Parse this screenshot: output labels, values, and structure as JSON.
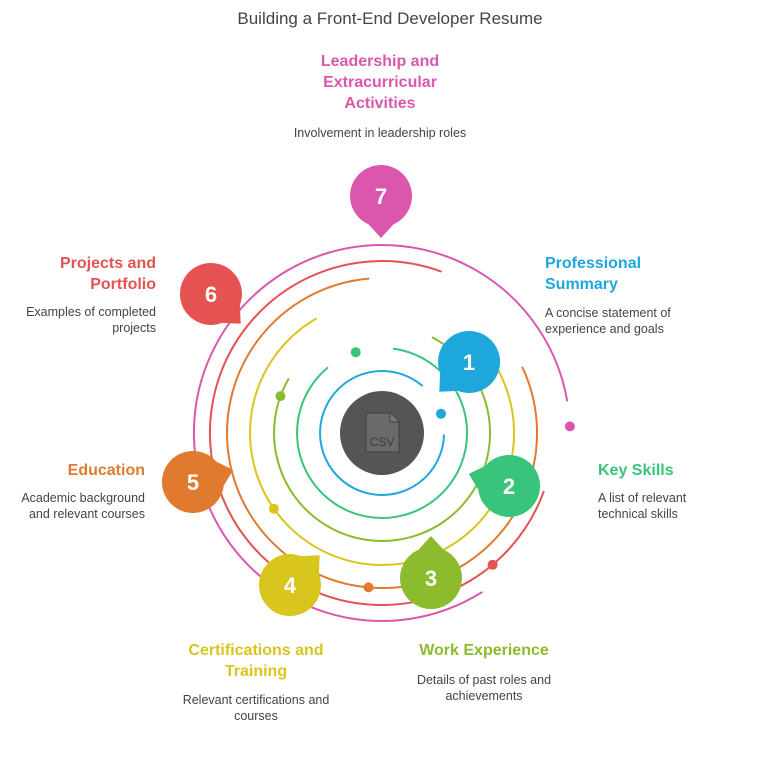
{
  "title": "Building a Front-End Developer Resume",
  "center": {
    "icon": "csv-file-icon",
    "icon_text": "CSV",
    "color": "#555555"
  },
  "stages": [
    {
      "number": "1",
      "title": "Professional\nSummary",
      "description": "A concise statement of\nexperience and goals",
      "color": "#1ea7db"
    },
    {
      "number": "2",
      "title": "Key Skills",
      "description": "A list of relevant\ntechnical skills",
      "color": "#38c47a"
    },
    {
      "number": "3",
      "title": "Work Experience",
      "description": "Details of past roles and\nachievements",
      "color": "#8cbb2e"
    },
    {
      "number": "4",
      "title": "Certifications and\nTraining",
      "description": "Relevant certifications and\ncourses",
      "color": "#d8c51d"
    },
    {
      "number": "5",
      "title": "Education",
      "description": "Academic background\nand relevant courses",
      "color": "#e07a2f"
    },
    {
      "number": "6",
      "title": "Projects and\nPortfolio",
      "description": "Examples of completed\nprojects",
      "color": "#e55252"
    },
    {
      "number": "7",
      "title": "Leadership and\nExtracurricular\nActivities",
      "description": "Involvement in leadership roles",
      "color": "#db57ad"
    }
  ]
}
